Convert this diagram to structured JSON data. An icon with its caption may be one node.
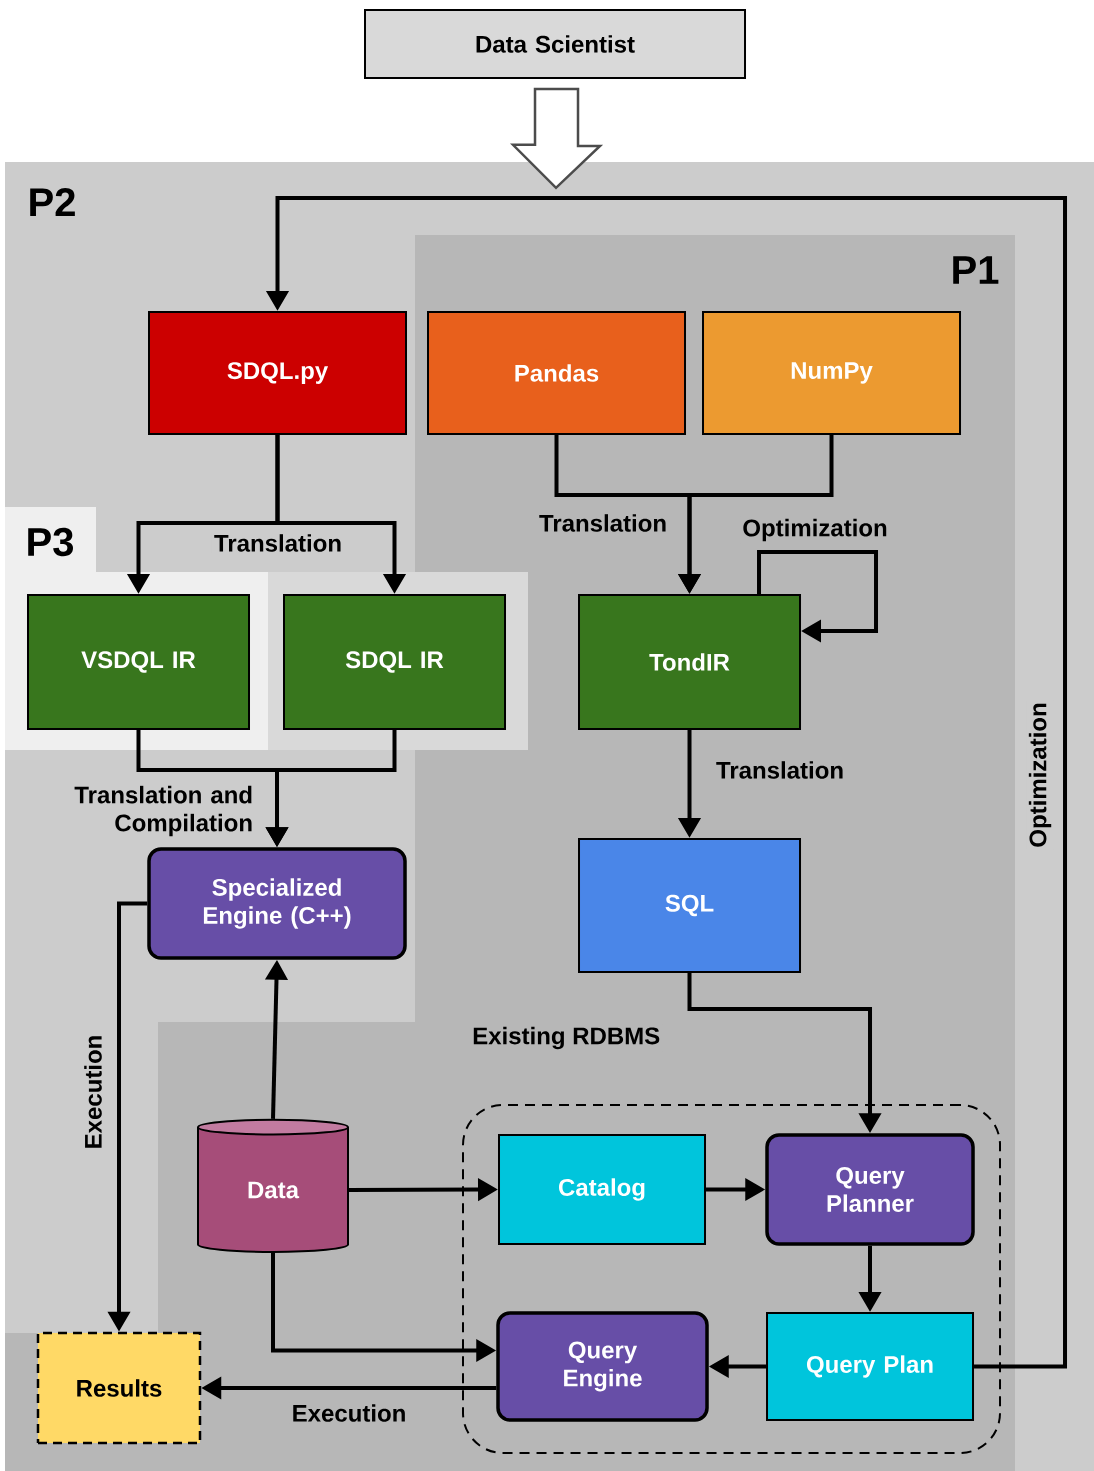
{
  "diagram": {
    "nodes": [
      {
        "text": [
          "Data Scientist"
        ]
      },
      {
        "text": [
          "P2"
        ]
      },
      {
        "text": [
          "P1"
        ],
        "in": 1
      },
      {
        "text": [
          "P3"
        ],
        "in": 1
      },
      {
        "text": [
          "SDQL.py"
        ],
        "in": 1
      },
      {
        "text": [
          "Pandas"
        ],
        "in": 2
      },
      {
        "text": [
          "NumPy"
        ],
        "in": 2
      },
      {
        "text": [
          "VSDQL IR"
        ],
        "in": 3
      },
      {
        "text": [
          "SDQL IR"
        ],
        "in": 1
      },
      {
        "text": [
          "TondIR"
        ],
        "in": 2
      },
      {
        "text": [
          "Specialized Engine (C++)"
        ],
        "in": 1
      },
      {
        "text": [
          "SQL"
        ],
        "in": 2
      },
      {
        "text": [
          "Existing RDBMS"
        ],
        "in": 2
      },
      {
        "text": [
          "Data"
        ],
        "in": 2
      },
      {
        "text": [
          "Catalog"
        ],
        "in": 12
      },
      {
        "text": [
          "Query Planner"
        ],
        "in": 12
      },
      {
        "text": [
          "Query Engine"
        ],
        "in": 12
      },
      {
        "text": [
          "Query Plan"
        ],
        "in": 12
      },
      {
        "text": [
          "Results"
        ],
        "in": 2
      }
    ],
    "edges": [
      {
        "from": 0,
        "to": 1,
        "arrow": "to"
      },
      {
        "from": 4,
        "to": 7,
        "arrow": "to",
        "label": "Translation"
      },
      {
        "from": 4,
        "to": 8,
        "arrow": "to"
      },
      {
        "from": 5,
        "to": 9,
        "arrow": "to",
        "label": "Translation"
      },
      {
        "from": 6,
        "to": 9,
        "arrow": "to"
      },
      {
        "from": 9,
        "to": 9,
        "arrow": "to",
        "label": "Optimization"
      },
      {
        "from": 7,
        "to": 10,
        "arrow": "to",
        "label": "Translation and Compilation"
      },
      {
        "from": 8,
        "to": 10,
        "arrow": "to"
      },
      {
        "from": 9,
        "to": 11,
        "arrow": "to",
        "label": "Translation"
      },
      {
        "from": 11,
        "to": 15,
        "arrow": "to"
      },
      {
        "from": 13,
        "to": 10,
        "arrow": "to"
      },
      {
        "from": 13,
        "to": 14,
        "arrow": "to"
      },
      {
        "from": 13,
        "to": 16,
        "arrow": "to"
      },
      {
        "from": 14,
        "to": 15,
        "arrow": "to"
      },
      {
        "from": 15,
        "to": 17,
        "arrow": "to"
      },
      {
        "from": 17,
        "to": 16,
        "arrow": "to"
      },
      {
        "from": 16,
        "to": 18,
        "arrow": "to",
        "label": "Execution"
      },
      {
        "from": 10,
        "to": 18,
        "arrow": "to",
        "label": "Execution"
      },
      {
        "from": 17,
        "to": 4,
        "arrow": "to",
        "label": "Optimization"
      }
    ]
  }
}
